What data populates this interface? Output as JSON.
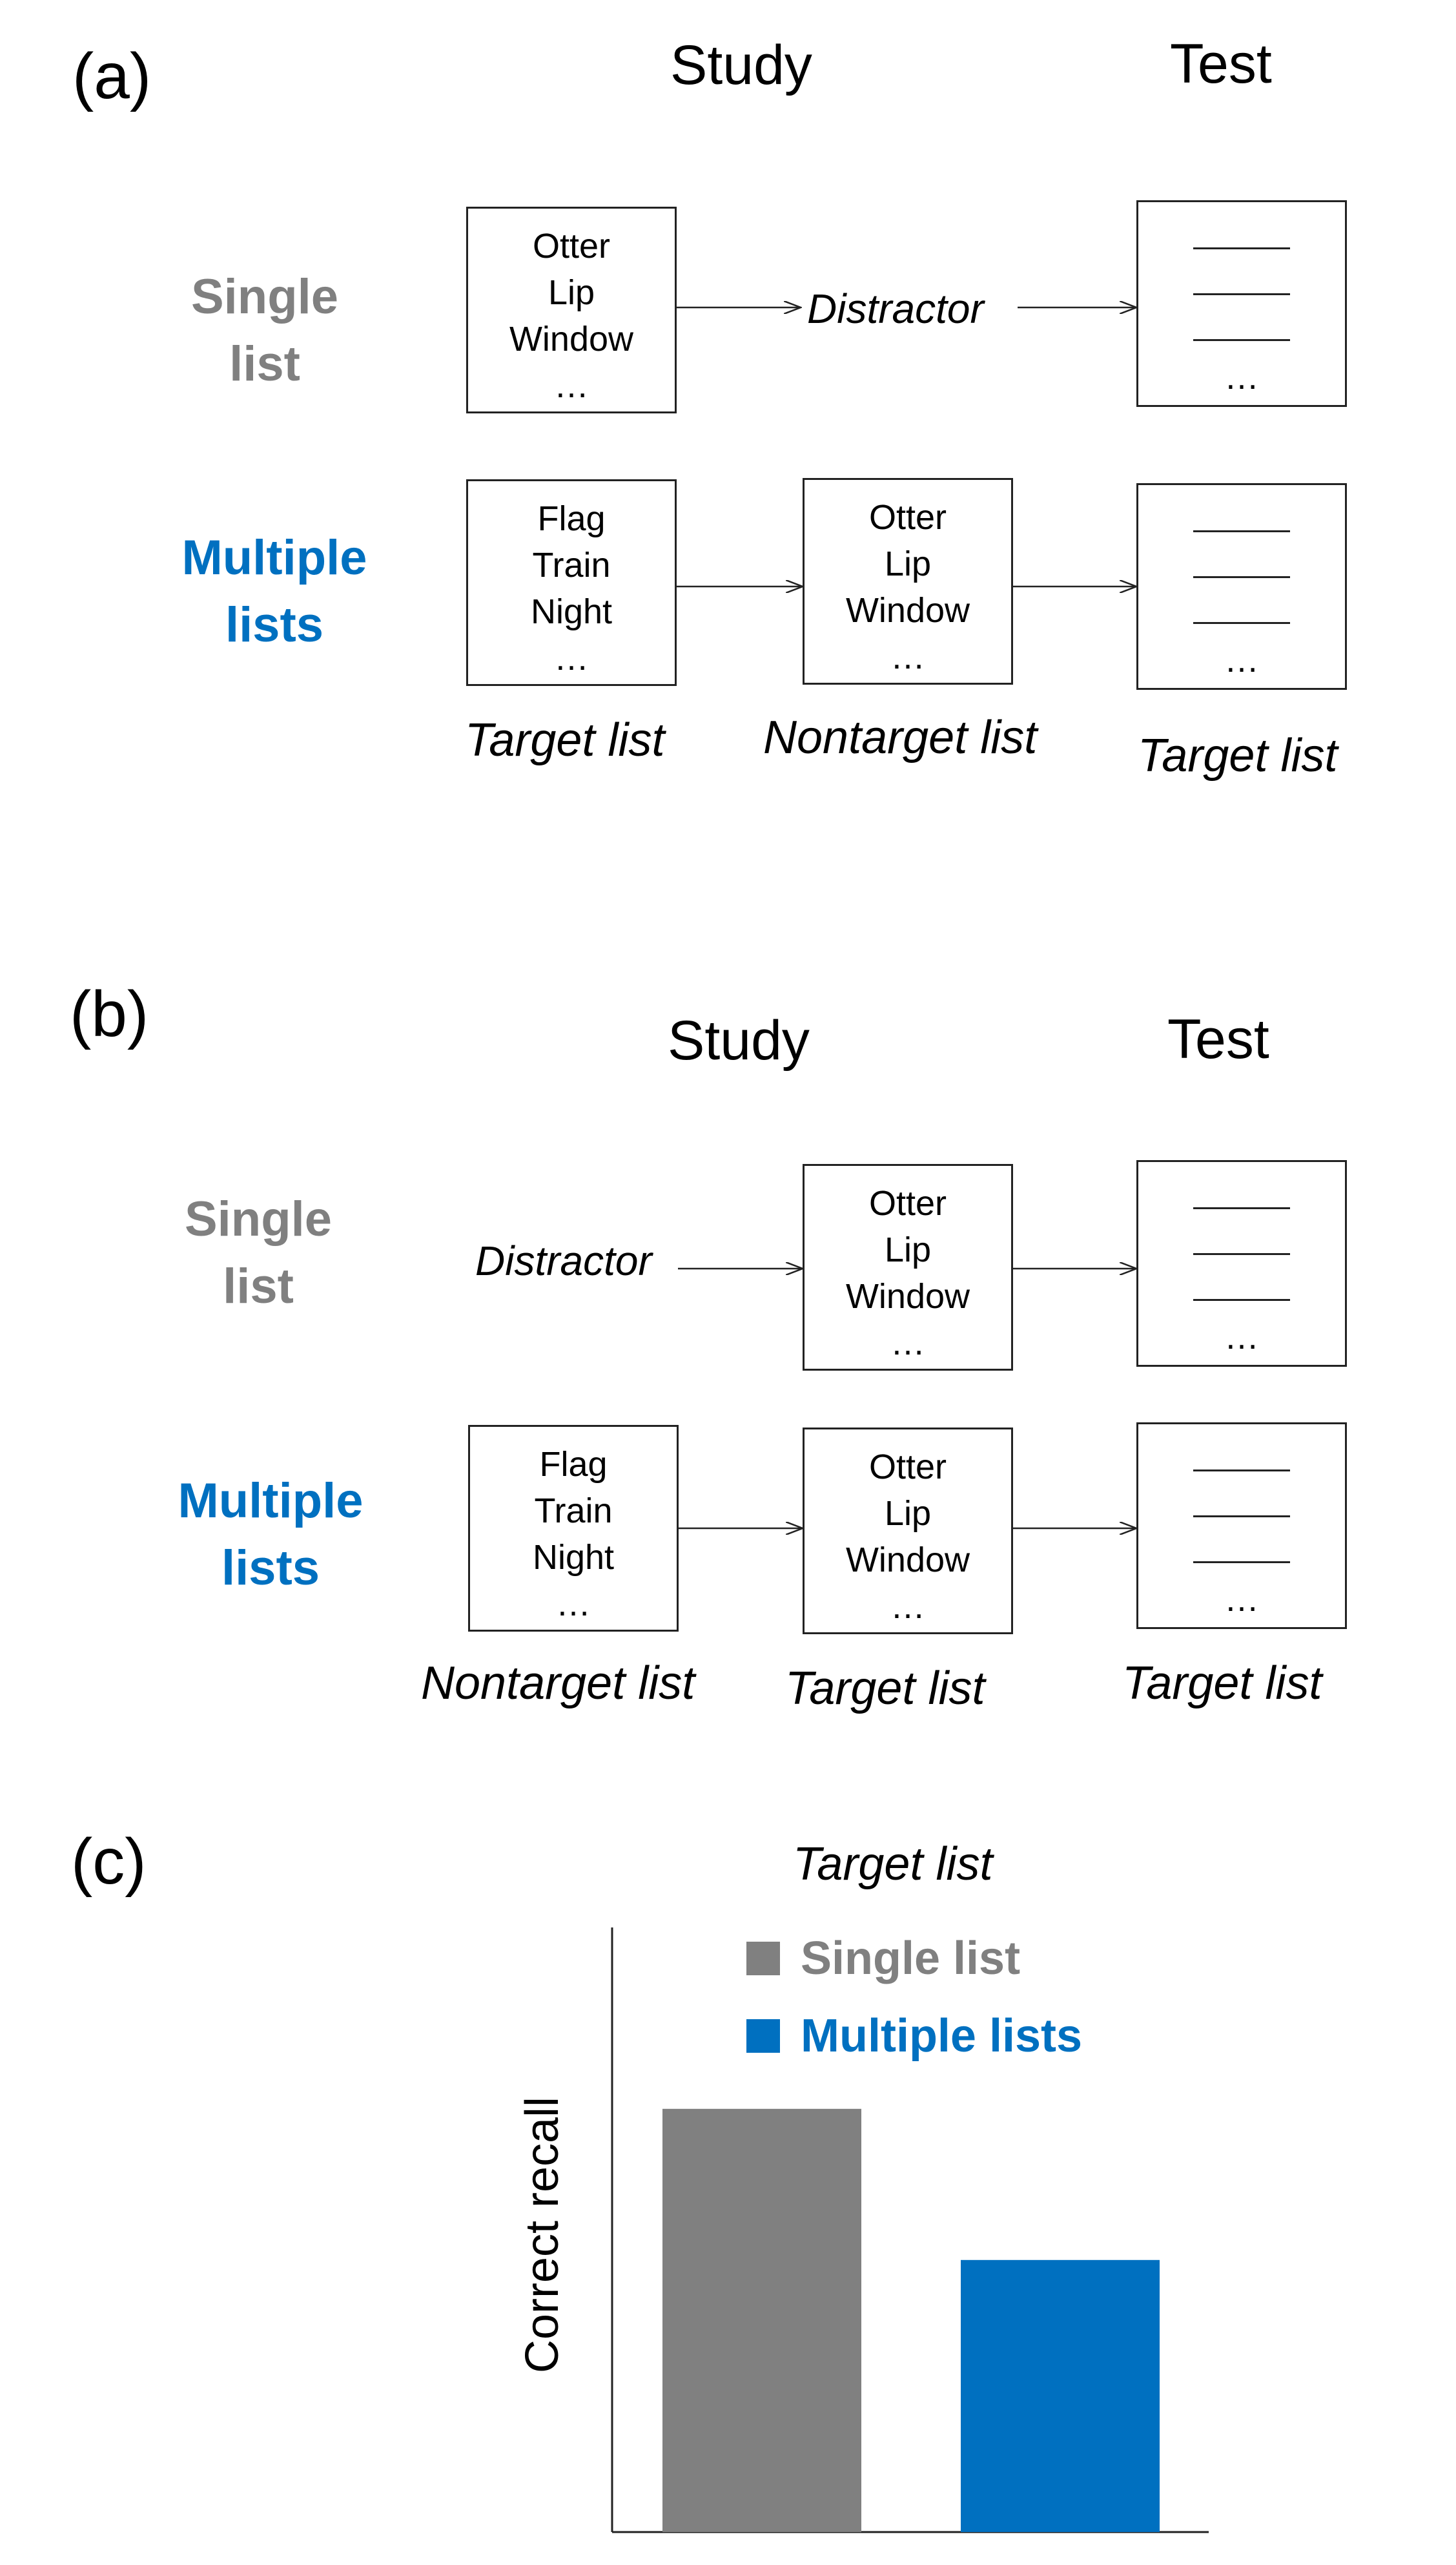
{
  "panels": {
    "a": {
      "label": "(a)",
      "header_study": "Study",
      "header_test": "Test",
      "single_label": [
        "Single",
        "list"
      ],
      "multi_label": [
        "Multiple",
        "lists"
      ],
      "single_study_words": [
        "Otter",
        "Lip",
        "Window",
        "…"
      ],
      "distractor": "Distractor",
      "multi_box1_words": [
        "Flag",
        "Train",
        "Night",
        "…"
      ],
      "multi_box2_words": [
        "Otter",
        "Lip",
        "Window",
        "…"
      ],
      "test_ellipsis": "…",
      "captions": [
        "Target list",
        "Nontarget list",
        "Target list"
      ]
    },
    "b": {
      "label": "(b)",
      "header_study": "Study",
      "header_test": "Test",
      "single_label": [
        "Single",
        "list"
      ],
      "multi_label": [
        "Multiple",
        "lists"
      ],
      "distractor": "Distractor",
      "single_study_words": [
        "Otter",
        "Lip",
        "Window",
        "…"
      ],
      "multi_box1_words": [
        "Flag",
        "Train",
        "Night",
        "…"
      ],
      "multi_box2_words": [
        "Otter",
        "Lip",
        "Window",
        "…"
      ],
      "test_ellipsis": "…",
      "captions": [
        "Nontarget list",
        "Target list",
        "Target list"
      ]
    },
    "c": {
      "label": "(c)"
    }
  },
  "colors": {
    "single": "#808080",
    "multiple": "#0070c0"
  },
  "chart_data": {
    "type": "bar",
    "title": "Target list",
    "ylabel": "Correct recall",
    "xlabel": "",
    "categories": [
      "Single list",
      "Multiple lists"
    ],
    "values": [
      0.7,
      0.45
    ],
    "ylim": [
      0,
      1
    ],
    "legend": [
      "Single list",
      "Multiple lists"
    ],
    "legend_position": "top",
    "colors": [
      "#808080",
      "#0070c0"
    ],
    "y_ticks_shown": false,
    "grid": false
  }
}
